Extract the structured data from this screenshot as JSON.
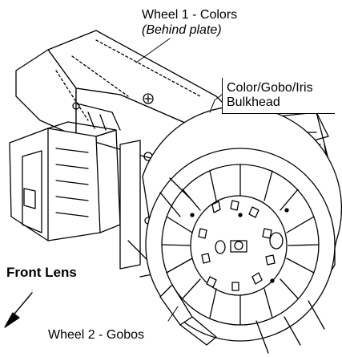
{
  "labels": {
    "wheel1_title": "Wheel 1 - Colors",
    "wheel1_note": "(Behind plate)",
    "bulkhead_line1": "Color/Gobo/Iris",
    "bulkhead_line2": "Bulkhead",
    "front_lens": "Front Lens",
    "wheel2": "Wheel 2 - Gobos"
  },
  "colors": {
    "line": "#000000",
    "background": "#ffffff"
  }
}
